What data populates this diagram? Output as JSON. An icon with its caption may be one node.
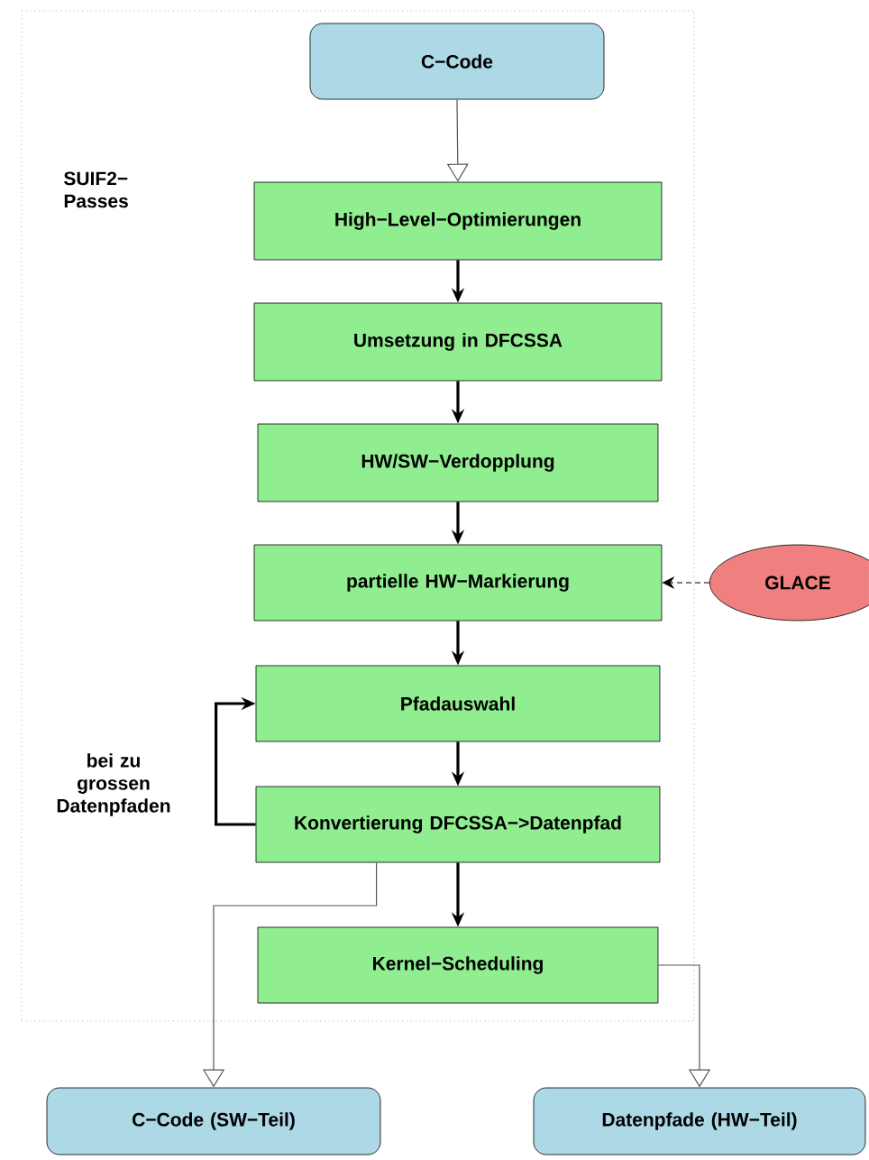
{
  "diagram": {
    "nodes": [
      {
        "text": [
          "SUIF2− Passes"
        ]
      },
      {
        "text": [
          "C−Code"
        ],
        "in": 0
      },
      {
        "text": [
          "High−Level−Optimierungen"
        ],
        "in": 0
      },
      {
        "text": [
          "Umsetzung in DFCSSA"
        ],
        "in": 0
      },
      {
        "text": [
          "HW/SW−Verdopplung"
        ],
        "in": 0
      },
      {
        "text": [
          "partielle HW−Markierung"
        ],
        "in": 0
      },
      {
        "text": [
          "GLACE"
        ]
      },
      {
        "text": [
          "Pfadauswahl"
        ],
        "in": 0
      },
      {
        "text": [
          "Konvertierung DFCSSA−>Datenpfad"
        ],
        "in": 0
      },
      {
        "text": [
          "Kernel−Scheduling"
        ],
        "in": 0
      },
      {
        "text": [
          "C−Code (SW−Teil)"
        ]
      },
      {
        "text": [
          "Datenpfade (HW−Teil)"
        ]
      }
    ],
    "edges": [
      {
        "from": 1,
        "to": 2,
        "arrow": "to",
        "color": "#555555"
      },
      {
        "from": 2,
        "to": 3,
        "arrow": "to"
      },
      {
        "from": 3,
        "to": 4,
        "arrow": "to"
      },
      {
        "from": 4,
        "to": 5,
        "arrow": "to"
      },
      {
        "from": 6,
        "to": 5,
        "arrow": "to",
        "style": "dashed"
      },
      {
        "from": 5,
        "to": 7,
        "arrow": "to"
      },
      {
        "from": 7,
        "to": 8,
        "arrow": "to"
      },
      {
        "from": 8,
        "to": 7,
        "arrow": "to",
        "label": "bei zu grossen Datenpfaden"
      },
      {
        "from": 8,
        "to": 9,
        "arrow": "to"
      },
      {
        "from": 8,
        "to": 10,
        "arrow": "to",
        "color": "#555555"
      },
      {
        "from": 9,
        "to": 11,
        "arrow": "to",
        "color": "#555555"
      }
    ]
  }
}
